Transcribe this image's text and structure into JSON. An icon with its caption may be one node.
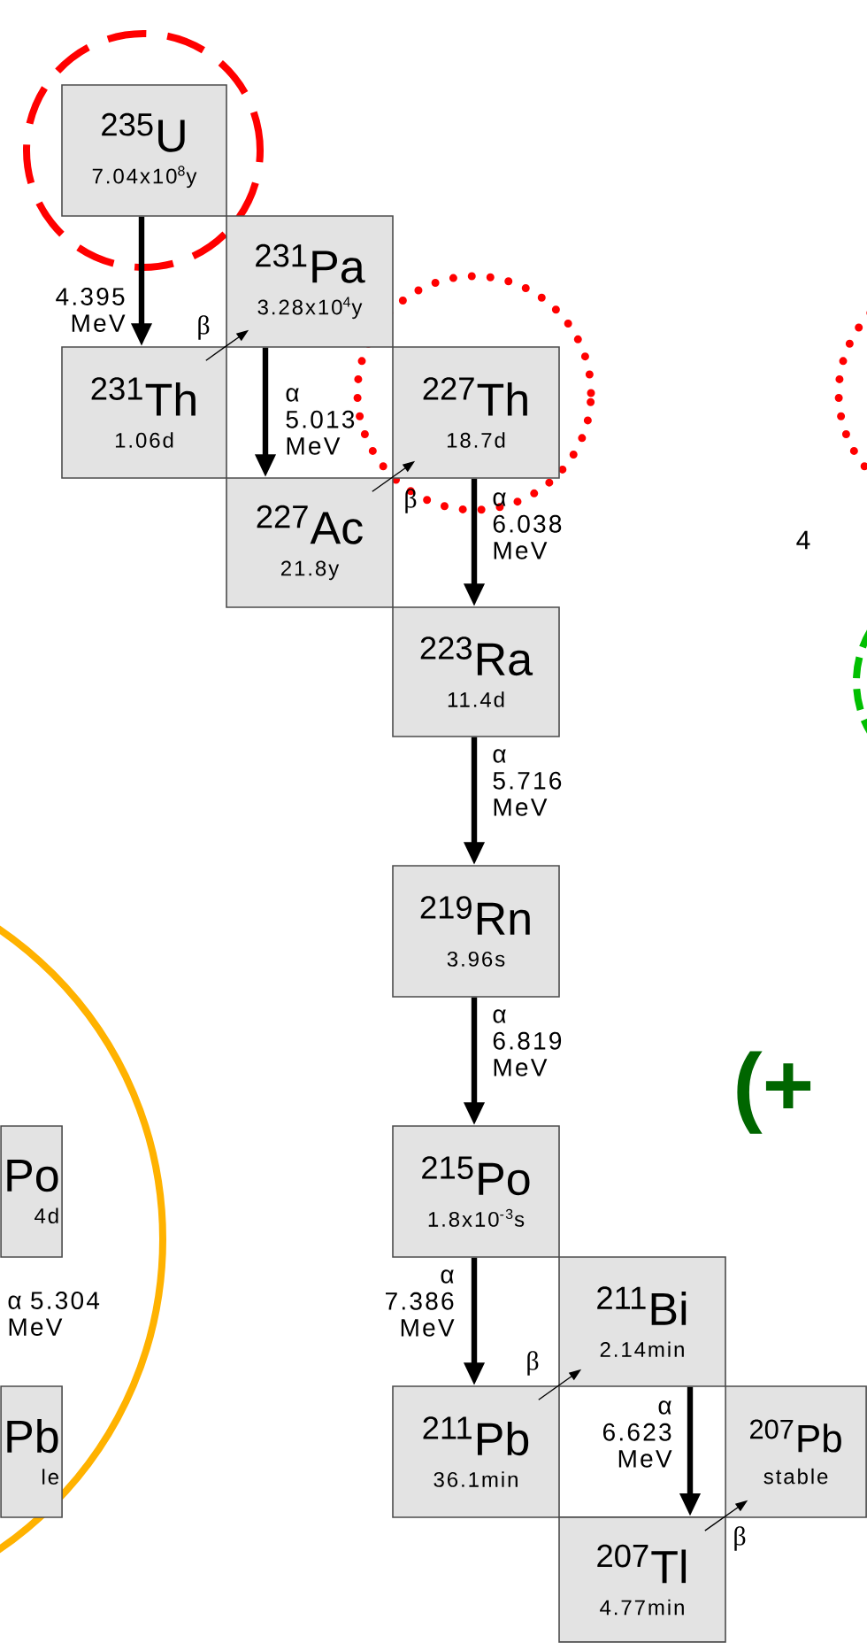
{
  "diagram": {
    "nodes": [
      {
        "text": [
          "$^{235}$U",
          "7.04x10$^{8}$y"
        ]
      },
      {
        "text": [
          "$^{231}$Pa",
          "3.28x10$^{4}$y"
        ]
      },
      {
        "text": [
          "$^{231}$Th",
          "1.06d"
        ]
      },
      {
        "text": [
          "$^{227}$Th",
          "18.7d"
        ]
      },
      {
        "text": [
          "$^{227}$Ac",
          "21.8y"
        ]
      },
      {
        "text": [
          "$^{223}$Ra",
          "11.4d"
        ]
      },
      {
        "text": [
          "$^{219}$Rn",
          "3.96s"
        ]
      },
      {
        "text": [
          "$^{215}$Po",
          "1.8x10$^{-3}$s"
        ]
      },
      {
        "text": [
          "$^{211}$Bi",
          "2.14min"
        ]
      },
      {
        "text": [
          "$^{211}$Pb",
          "36.1min"
        ]
      },
      {
        "text": [
          "$^{207}$Pb",
          "stable"
        ]
      },
      {
        "text": [
          "$^{207}$Tl",
          "4.77min"
        ]
      },
      {
        "text": [
          "Po",
          "4d"
        ]
      },
      {
        "text": [
          "Pb",
          "le"
        ]
      }
    ],
    "edges": [
      {
        "from": 0,
        "to": 2,
        "arrow": "to",
        "label": "4.395 MeV"
      },
      {
        "from": 2,
        "to": 1,
        "arrow": "to",
        "label": "β"
      },
      {
        "from": 1,
        "to": 4,
        "arrow": "to",
        "label": "α 5.013 MeV"
      },
      {
        "from": 4,
        "to": 3,
        "arrow": "to",
        "label": "β"
      },
      {
        "from": 3,
        "to": 5,
        "arrow": "to",
        "label": "α 6.038 MeV"
      },
      {
        "from": 5,
        "to": 6,
        "arrow": "to",
        "label": "α 5.716 MeV"
      },
      {
        "from": 6,
        "to": 7,
        "arrow": "to",
        "label": "α 6.819 MeV"
      },
      {
        "from": 7,
        "to": 9,
        "arrow": "to",
        "label": "α 7.386 MeV"
      },
      {
        "from": 9,
        "to": 8,
        "arrow": "to",
        "label": "β"
      },
      {
        "from": 8,
        "to": 11,
        "arrow": "to",
        "label": "α 6.623 MeV"
      },
      {
        "from": 11,
        "to": 10,
        "arrow": "to",
        "label": "β"
      }
    ],
    "labels": [
      "4",
      "(+",
      "α 5.304 MeV"
    ]
  }
}
